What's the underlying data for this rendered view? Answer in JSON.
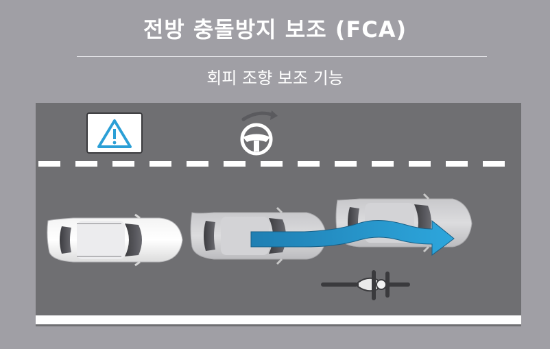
{
  "title": "전방 충돌방지 보조 (FCA)",
  "subtitle": "회피 조향 보조 기능",
  "icons": {
    "warning": "warning-triangle-icon",
    "steering": "steering-wheel-icon",
    "arrow": "avoidance-path-arrow"
  },
  "colors": {
    "background": "#a09fa5",
    "road": "#6f6f72",
    "lane_marking": "#ffffff",
    "warning_icon": "#2b9fd6",
    "path_arrow": "#1e86b8"
  }
}
